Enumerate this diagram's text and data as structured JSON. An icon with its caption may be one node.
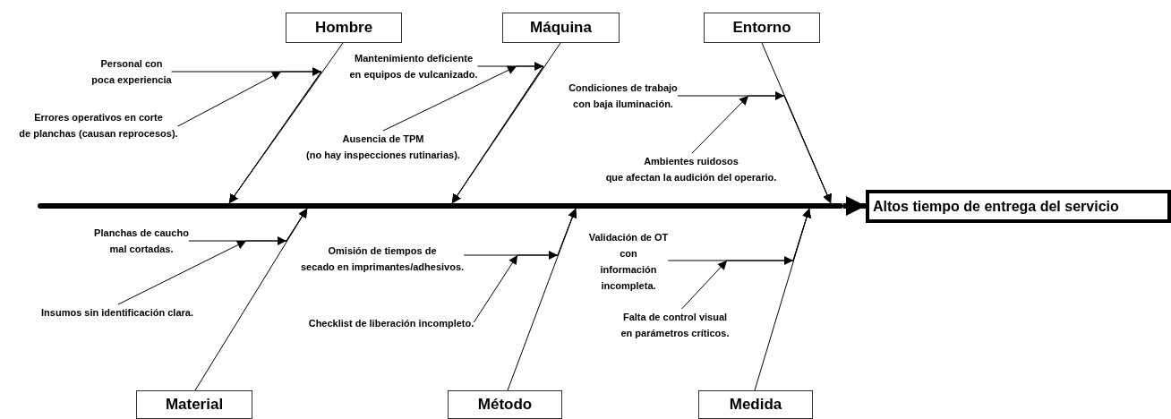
{
  "diagram": {
    "nodes": [
      {
        "text": [
          "Hombre"
        ]
      },
      {
        "text": [
          "Máquina"
        ]
      },
      {
        "text": [
          "Entorno"
        ]
      },
      {
        "text": [
          "Personal con poca experiencia"
        ]
      },
      {
        "text": [
          "Errores operativos en corte de planchas (causan reprocesos)."
        ]
      },
      {
        "text": [
          "Mantenimiento deficiente en equipos de vulcanizado."
        ]
      },
      {
        "text": [
          "Ausencia de TPM (no hay inspecciones rutinarias)."
        ]
      },
      {
        "text": [
          "Condiciones de trabajo con baja iluminación."
        ]
      },
      {
        "text": [
          "Ambientes ruidosos que afectan la audición del operario."
        ]
      },
      {
        "text": [
          "Altos tiempo de entrega del servicio"
        ]
      },
      {
        "text": [
          "Planchas de caucho mal cortadas."
        ]
      },
      {
        "text": [
          "Insumos sin identificación clara."
        ]
      },
      {
        "text": [
          "Omisión de tiempos de secado en imprimantes/adhesivos."
        ]
      },
      {
        "text": [
          "Checklist de liberación incompleto."
        ]
      },
      {
        "text": [
          "Validación de OT con información incompleta."
        ]
      },
      {
        "text": [
          "Falta de control visual en parámetros críticos."
        ]
      },
      {
        "text": [
          "Material"
        ]
      },
      {
        "text": [
          "Método"
        ]
      },
      {
        "text": [
          "Medida"
        ]
      },
      {
        "text": [],
        "shape": "bar"
      }
    ],
    "edges": [
      {
        "from": 19,
        "to": 9,
        "arrow": "to",
        "style": "thick"
      },
      {
        "from": 0,
        "to": 19,
        "arrow": "to"
      },
      {
        "from": 1,
        "to": 19,
        "arrow": "to"
      },
      {
        "from": 2,
        "to": 19,
        "arrow": "to"
      },
      {
        "from": 16,
        "to": 19,
        "arrow": "to"
      },
      {
        "from": 17,
        "to": 19,
        "arrow": "to"
      },
      {
        "from": 18,
        "to": 19,
        "arrow": "to"
      },
      {
        "from": 3,
        "to": 19,
        "arrow": "to"
      },
      {
        "from": 4,
        "to": 19,
        "arrow": "to"
      },
      {
        "from": 5,
        "to": 19,
        "arrow": "to"
      },
      {
        "from": 6,
        "to": 19,
        "arrow": "to"
      },
      {
        "from": 7,
        "to": 19,
        "arrow": "to"
      },
      {
        "from": 8,
        "to": 19,
        "arrow": "to"
      },
      {
        "from": 10,
        "to": 19,
        "arrow": "to"
      },
      {
        "from": 11,
        "to": 19,
        "arrow": "to"
      },
      {
        "from": 12,
        "to": 19,
        "arrow": "to"
      },
      {
        "from": 13,
        "to": 19,
        "arrow": "to"
      },
      {
        "from": 14,
        "to": 19,
        "arrow": "to"
      },
      {
        "from": 15,
        "to": 19,
        "arrow": "to"
      }
    ]
  }
}
